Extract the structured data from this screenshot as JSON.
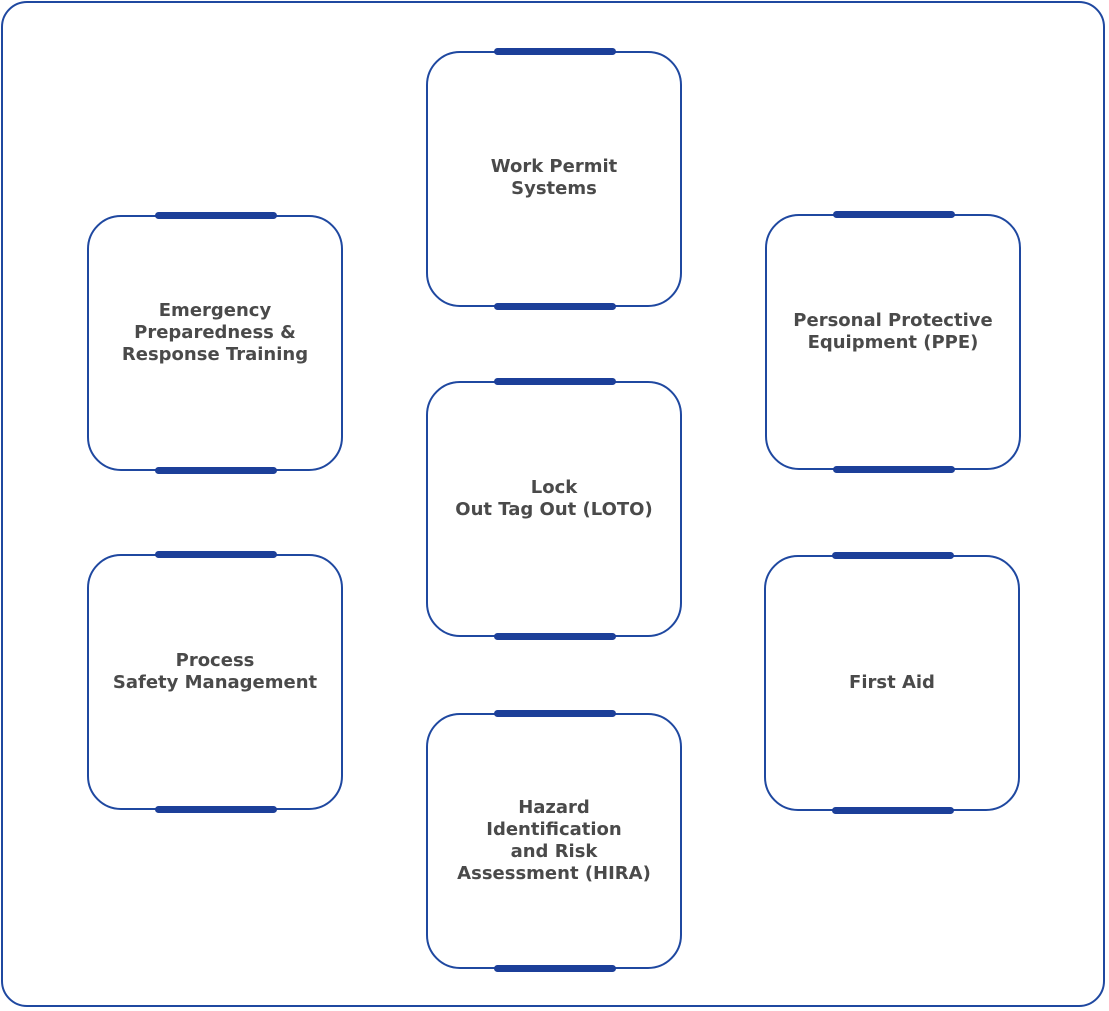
{
  "diagram": {
    "cards": {
      "work_permit": {
        "lines": [
          "Work Permit",
          "Systems"
        ]
      },
      "emergency": {
        "lines": [
          "Emergency",
          "Preparedness &",
          "Response Training"
        ]
      },
      "ppe": {
        "lines": [
          "Personal Protective",
          "Equipment (PPE)"
        ]
      },
      "loto": {
        "lines": [
          "Lock",
          "Out Tag Out (LOTO)"
        ]
      },
      "process": {
        "lines": [
          "Process",
          "Safety Management"
        ]
      },
      "first_aid": {
        "lines": [
          "First Aid"
        ]
      },
      "hira": {
        "lines": [
          "Hazard",
          "Identification",
          "and Risk",
          "Assessment (HIRA)"
        ]
      }
    },
    "colors": {
      "border": "#1f48a0",
      "accent_bar": "#1c3f99",
      "text": "#4a4a4a"
    }
  }
}
